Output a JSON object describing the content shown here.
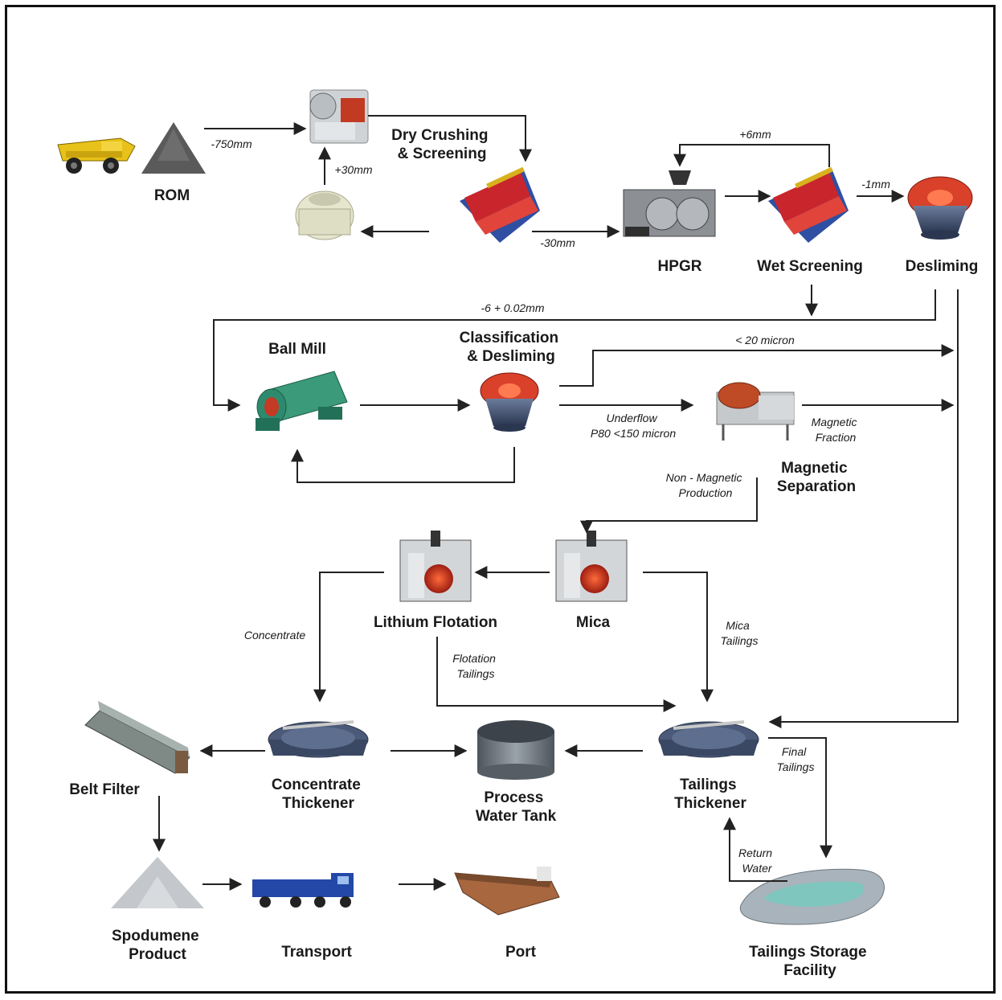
{
  "nodes": {
    "rom": "ROM",
    "dry_crushing": [
      "Dry Crushing",
      "& Screening"
    ],
    "hpgr": "HPGR",
    "wet_screening": "Wet Screening",
    "desliming": "Desliming",
    "ball_mill": "Ball Mill",
    "classification": [
      "Classification",
      "& Desliming"
    ],
    "magnetic_separation": [
      "Magnetic",
      "Separation"
    ],
    "lithium_flotation": "Lithium Flotation",
    "mica": "Mica",
    "belt_filter": "Belt Filter",
    "concentrate_thickener": [
      "Concentrate",
      "Thickener"
    ],
    "process_water_tank": [
      "Process",
      "Water Tank"
    ],
    "tailings_thickener": [
      "Tailings",
      "Thickener"
    ],
    "spodumene_product": [
      "Spodumene",
      "Product"
    ],
    "transport": "Transport",
    "port": "Port",
    "tailings_storage": [
      "Tailings Storage",
      "Facility"
    ]
  },
  "flows": {
    "minus_750": "-750mm",
    "plus_30": "+30mm",
    "minus_30": "-30mm",
    "plus_6": "+6mm",
    "minus_1": "-1mm",
    "minus6_plus002": "-6 + 0.02mm",
    "lt_20_micron": "< 20 micron",
    "underflow": [
      "Underflow",
      "P80 <150 micron"
    ],
    "magnetic_fraction": [
      "Magnetic",
      "Fraction"
    ],
    "non_magnetic": [
      "Non - Magnetic",
      "Production"
    ],
    "concentrate": "Concentrate",
    "flotation_tailings": [
      "Flotation",
      "Tailings"
    ],
    "mica_tailings": [
      "Mica",
      "Tailings"
    ],
    "final_tailings": [
      "Final",
      "Tailings"
    ],
    "return_water": [
      "Return",
      "Water"
    ]
  },
  "colors": {
    "truck_yellow": "#e8c21a",
    "screen_red": "#c8262c",
    "screen_blue": "#2f4fa3",
    "mill_green": "#2e8a6e",
    "flotation_red": "#c93524",
    "thickener_blue": "#4a5a78",
    "tank_gray": "#6e7781",
    "ship_hull": "#a8673f",
    "tsf_teal": "#7fc6be"
  }
}
